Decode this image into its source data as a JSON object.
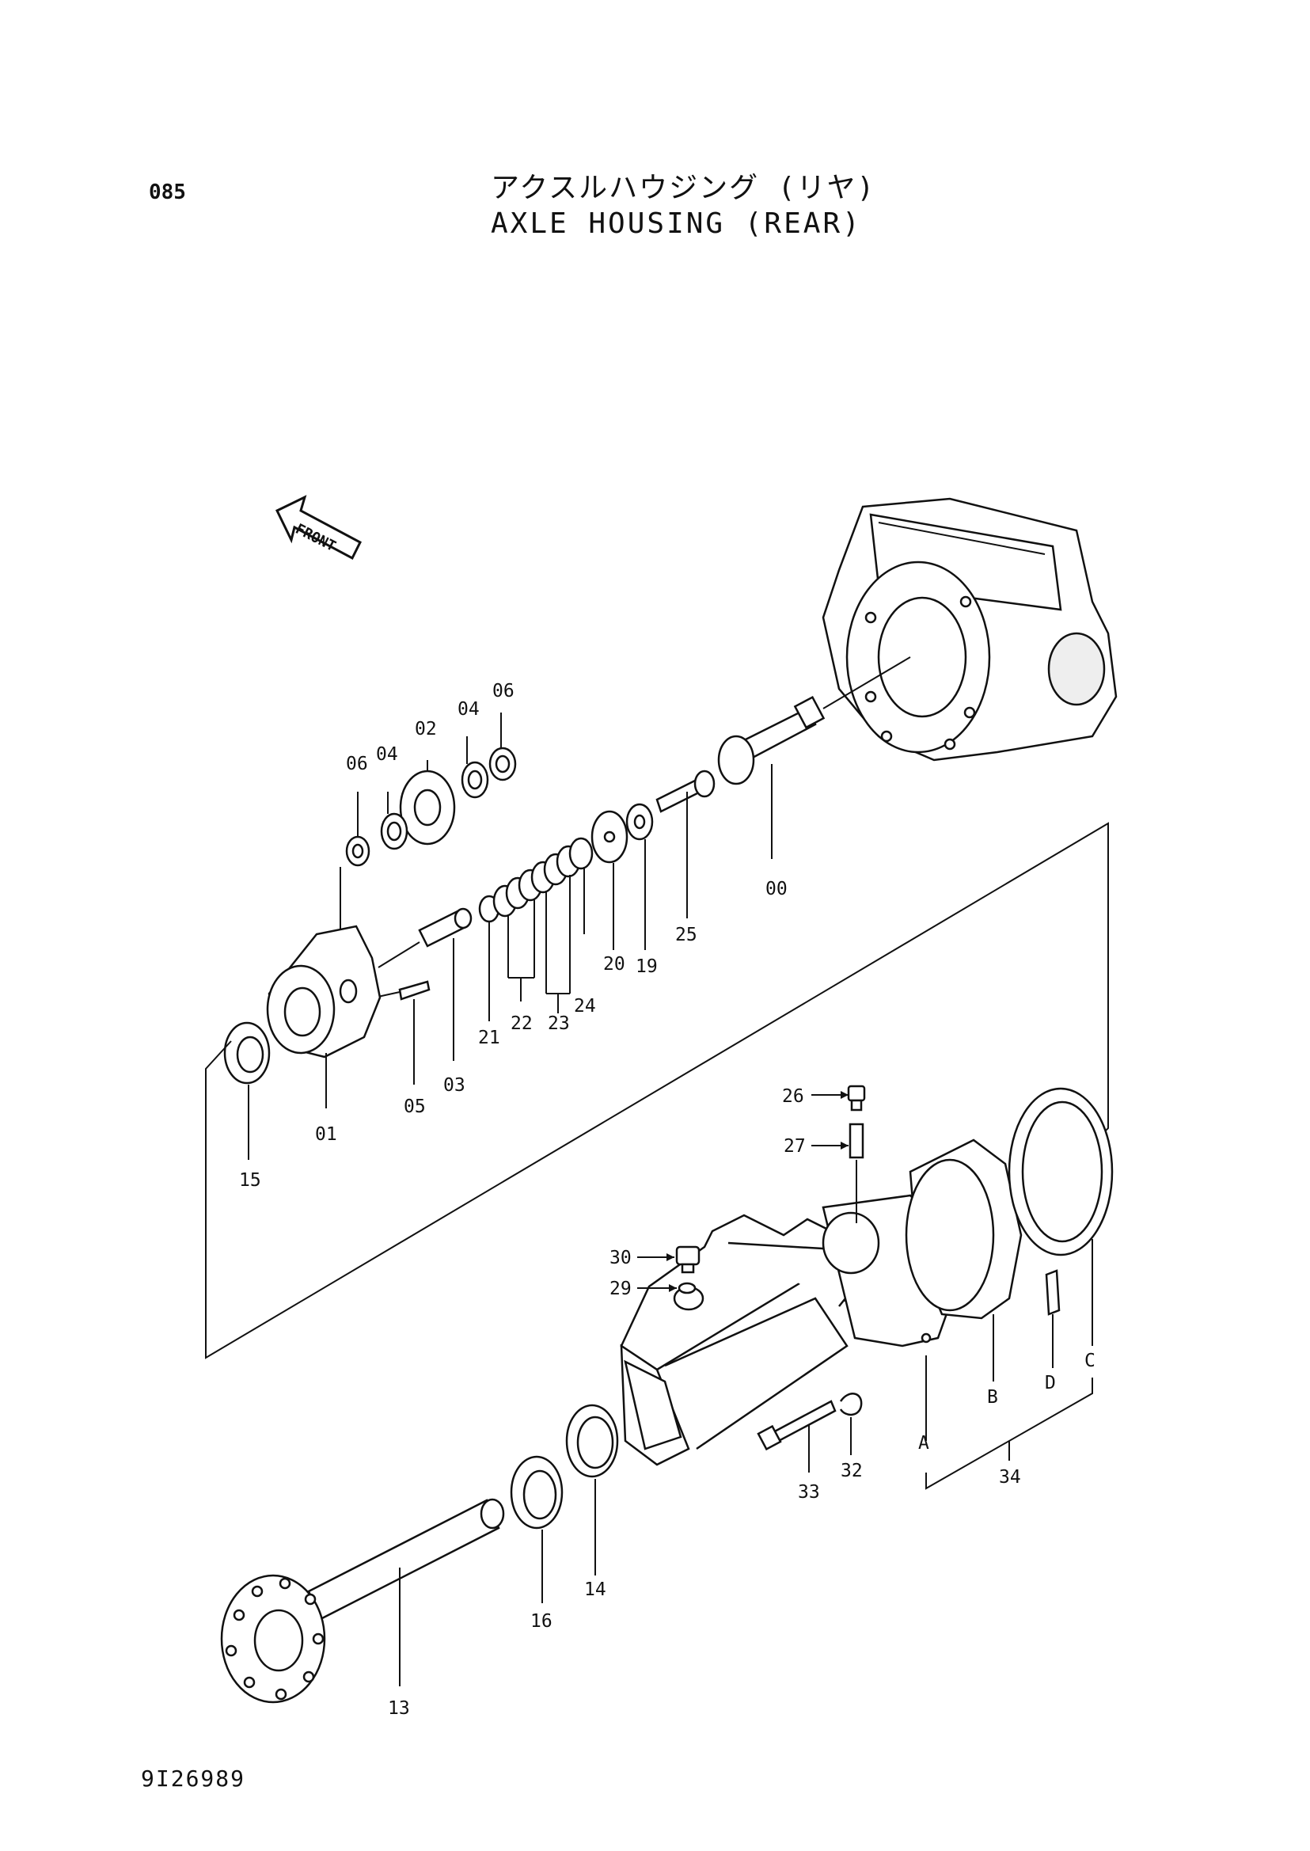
{
  "header": {
    "page_number": "085",
    "title_jp": "アクスルハウジング (リヤ)",
    "title_en": "AXLE HOUSING (REAR)"
  },
  "front_indicator": "FRONT",
  "footer": {
    "drawing_number": "9I26989"
  },
  "part_labels": {
    "p00": "00",
    "p01": "01",
    "p02": "02",
    "p03": "03",
    "p04a": "04",
    "p04b": "04",
    "p05": "05",
    "p06a": "06",
    "p06b": "06",
    "p13": "13",
    "p14": "14",
    "p15": "15",
    "p16": "16",
    "p19": "19",
    "p20": "20",
    "p21": "21",
    "p22": "22",
    "p23": "23",
    "p24": "24",
    "p25": "25",
    "p26": "26",
    "p27": "27",
    "p29": "29",
    "p30": "30",
    "p32": "32",
    "p33": "33",
    "p34": "34",
    "refA": "A",
    "refB": "B",
    "refC": "C",
    "refD": "D"
  }
}
